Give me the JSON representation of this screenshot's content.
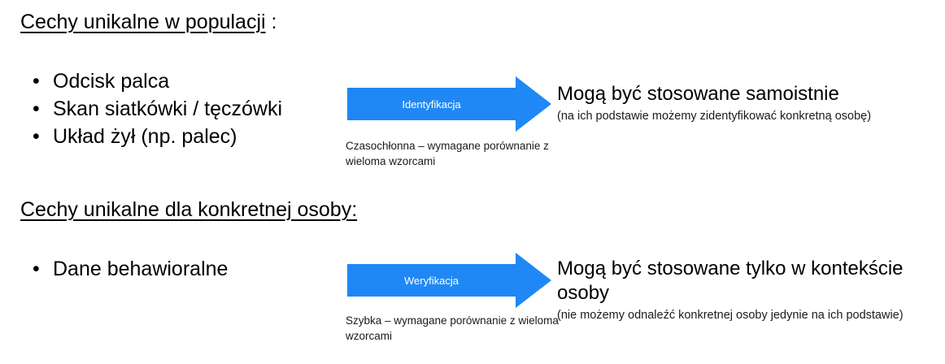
{
  "slide": {
    "background_color": "#ffffff",
    "accent_color": "#1f88f5",
    "text_color": "#000000"
  },
  "sections": [
    {
      "heading_main": "Cechy unikalne w populacji",
      "heading_tail": " :",
      "bullets": [
        "Odcisk palca",
        "Skan siatkówki / tęczówki",
        "Układ żył (np. palec)"
      ],
      "arrow": {
        "label": "Identyfikacja",
        "caption": "Czasochłonna – wymagane porównanie z wieloma wzorcami",
        "color": "#1f88f5",
        "label_color": "#ffffff",
        "direction": "right"
      },
      "outcome": {
        "title": "Mogą być stosowane samoistnie",
        "note": "(na ich podstawie możemy zidentyfikować konkretną osobę)"
      }
    },
    {
      "heading_main": "Cechy unikalne dla konkretnej osoby:",
      "heading_tail": "",
      "bullets": [
        "Dane behawioralne"
      ],
      "arrow": {
        "label": "Weryfikacja",
        "caption": "Szybka – wymagane porównanie z wieloma wzorcami",
        "color": "#1f88f5",
        "label_color": "#ffffff",
        "direction": "right"
      },
      "outcome": {
        "title": "Mogą być stosowane tylko w kontekście osoby",
        "note": "(nie możemy odnaleźć konkretnej osoby jedynie na ich podstawie)"
      }
    }
  ],
  "bullet_glyph": "•"
}
